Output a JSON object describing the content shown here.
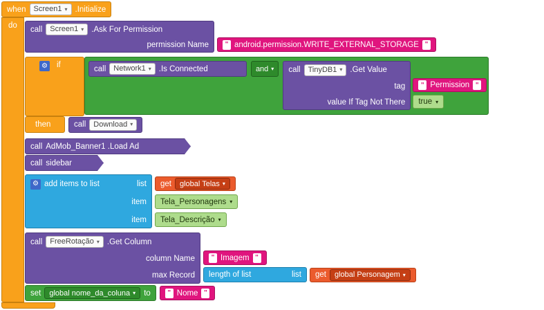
{
  "icons": {
    "gear": "⚙",
    "dropdown": "▾"
  },
  "ui": {
    "quote": "\""
  },
  "colors": {
    "control_orange": "#F9A11B",
    "component_purple": "#6B51A3",
    "logic_green": "#3FA33C",
    "list_blue": "#2FA8DF",
    "text_pink": "#E0157E",
    "variable_orange": "#EB5B2D",
    "helper_light_green": "#AEDC8C",
    "mutator_blue": "#3E68C9"
  },
  "when_block": {
    "keyword": "when",
    "component": "Screen1",
    "event": ".Initialize",
    "do_label": "do"
  },
  "ask_permission": {
    "call_label": "call",
    "component": "Screen1",
    "method": ".Ask For Permission",
    "param_label": "permission Name",
    "param_value": "android.permission.WRITE_EXTERNAL_STORAGE"
  },
  "if_block": {
    "if_label": "if",
    "then_label": "then",
    "condition": {
      "network_call": {
        "call_label": "call",
        "component": "Network1",
        "method": ".Is Connected"
      },
      "operator": "and",
      "tinydb_call": {
        "call_label": "call",
        "component": "TinyDB1",
        "method": ".Get Value",
        "tag_label": "tag",
        "tag_value": "Permission",
        "default_label": "value If Tag Not There",
        "default_value": "true"
      }
    },
    "then_call": {
      "call_label": "call",
      "component": "Download"
    }
  },
  "admob_call": {
    "call_label": "call",
    "label": "AdMob_Banner1 .Load Ad"
  },
  "sidebar_call": {
    "call_label": "call",
    "label": "sidebar"
  },
  "add_items": {
    "title": "add items to list",
    "list_label": "list",
    "get_label": "get",
    "list_value": "global Telas",
    "item_label": "item",
    "item1": "Tela_Personagens",
    "item2": "Tela_Descrição"
  },
  "get_column": {
    "call_label": "call",
    "component": "FreeRotação",
    "method": ".Get Column",
    "column_label": "column Name",
    "column_value": "Imagem",
    "max_label": "max Record",
    "length_block": {
      "label": "length of list",
      "list_label": "list"
    },
    "get_label": "get",
    "get_value": "global Personagem"
  },
  "set_block": {
    "set_label": "set",
    "variable": "global nome_da_coluna",
    "to_label": "to",
    "value": "Nome"
  }
}
